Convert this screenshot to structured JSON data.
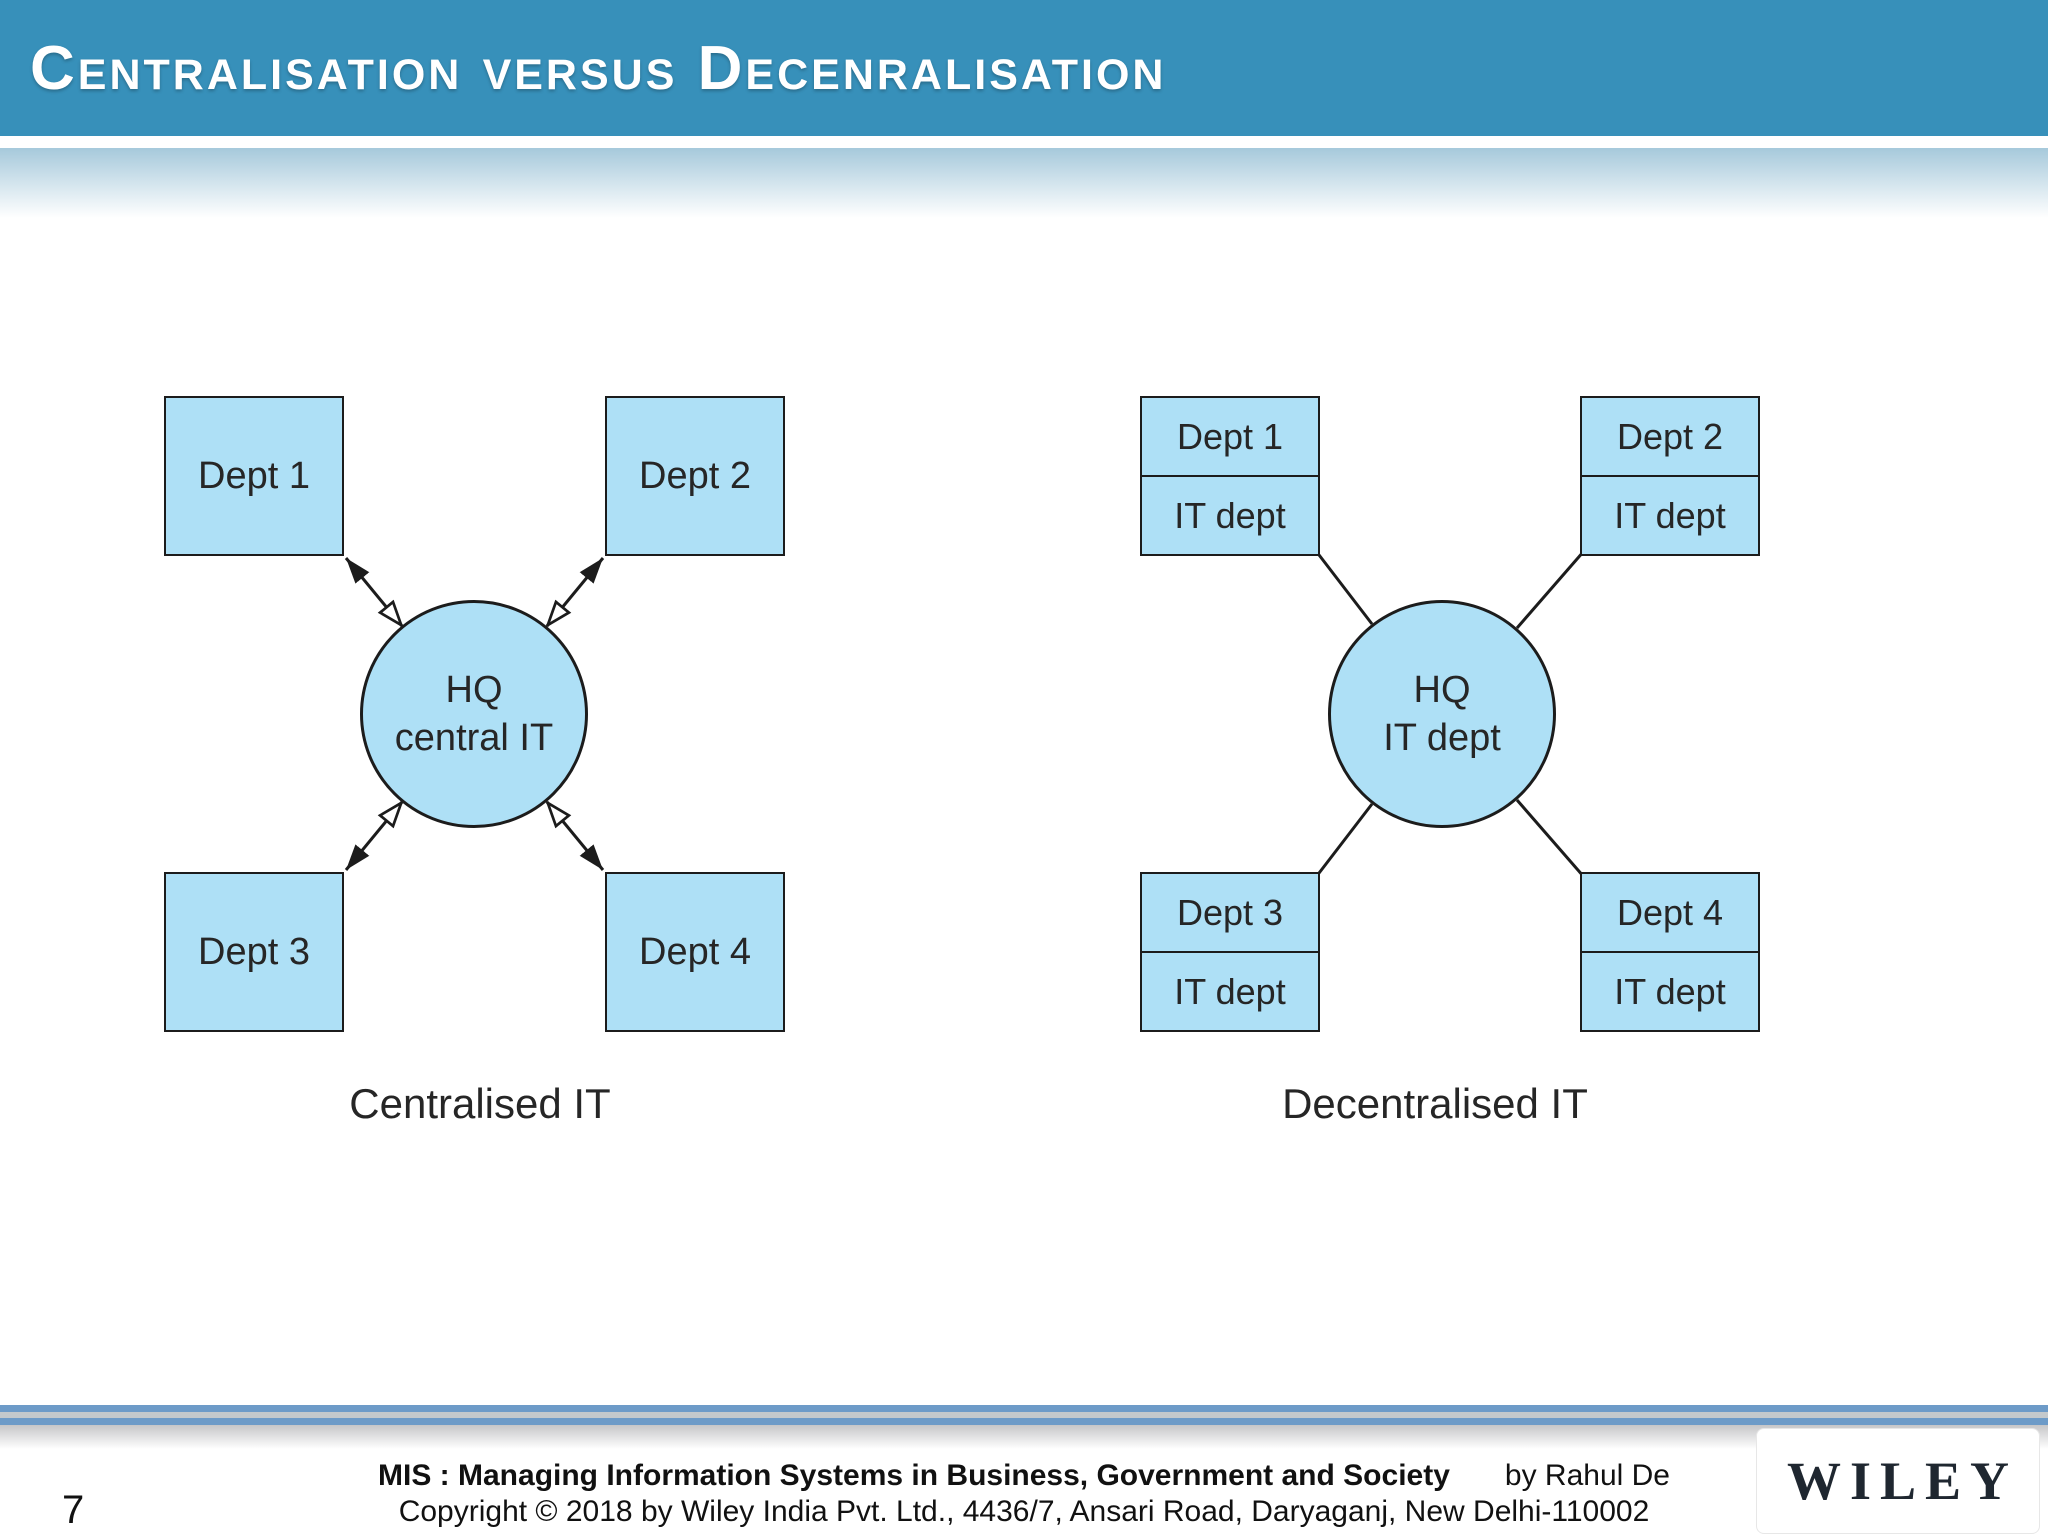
{
  "slide": {
    "title": "Centralisation versus Decenralisation",
    "page_number": "7"
  },
  "diagrams": {
    "centralised": {
      "label": "Centralised IT",
      "hub": {
        "line1": "HQ",
        "line2": "central IT"
      },
      "boxes": [
        "Dept 1",
        "Dept 2",
        "Dept 3",
        "Dept 4"
      ]
    },
    "decentralised": {
      "label": "Decentralised IT",
      "hub": {
        "line1": "HQ",
        "line2": "IT dept"
      },
      "boxes": [
        {
          "dept": "Dept 1",
          "it": "IT dept"
        },
        {
          "dept": "Dept 2",
          "it": "IT dept"
        },
        {
          "dept": "Dept 3",
          "it": "IT dept"
        },
        {
          "dept": "Dept 4",
          "it": "IT dept"
        }
      ]
    }
  },
  "footer": {
    "book_title": "MIS : Managing Information Systems in Business, Government and Society",
    "author": "by Rahul De",
    "copyright": "Copyright © 2018 by Wiley India Pvt. Ltd., 4436/7, Ansari Road, Daryaganj, New Delhi-110002",
    "logo": "WILEY"
  },
  "colors": {
    "header_bar": "#3790ba",
    "box_fill": "#aee0f6",
    "outline": "#1c1c1c",
    "footer_stripe_blue": "#6d9bc8",
    "footer_stripe_gray": "#c4c9cc",
    "logo_text": "#1f2730"
  }
}
